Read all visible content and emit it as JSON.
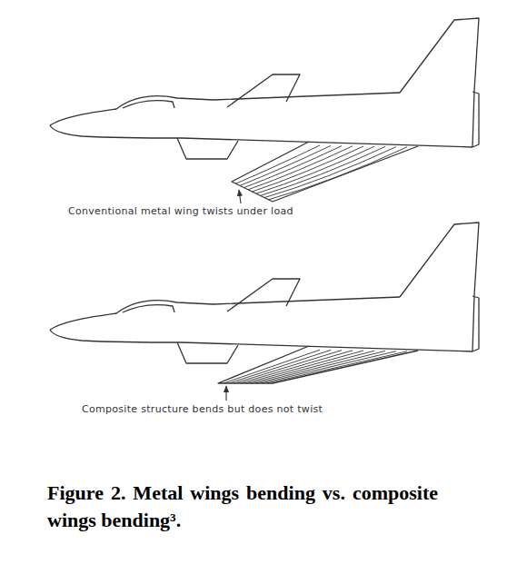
{
  "diagram": {
    "caption": "Figure 2. Metal wings bending vs. composite wings bending³.",
    "labels": [
      "Conventional metal wing twists under load",
      "Composite structure bends but does not twist"
    ]
  }
}
